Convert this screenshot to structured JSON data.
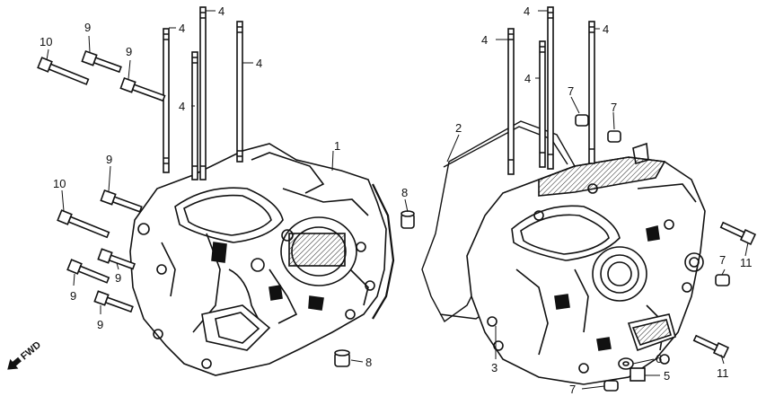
{
  "callouts": {
    "n1": "1",
    "n2": "2",
    "n3": "3",
    "n4": "4",
    "n5": "5",
    "n6": "6",
    "n7": "7",
    "n8": "8",
    "n9": "9",
    "n10": "10",
    "n11": "11"
  },
  "fwd_label": "FWD"
}
